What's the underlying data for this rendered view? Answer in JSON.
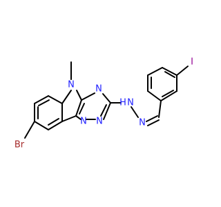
{
  "atoms": {
    "br": "Br",
    "n_methyl": "N",
    "methyl_line": "",
    "n_pyr_top": "N",
    "n_pyr_bottom_left": "N",
    "n_pyr_bottom_right": "N",
    "nh": "H",
    "nh_n": "N",
    "imine_n": "N",
    "iodine": "I"
  },
  "colors": {
    "bond": "#000000",
    "nitrogen": "#2020ff",
    "bromine": "#a52a2a",
    "iodine": "#940094"
  }
}
